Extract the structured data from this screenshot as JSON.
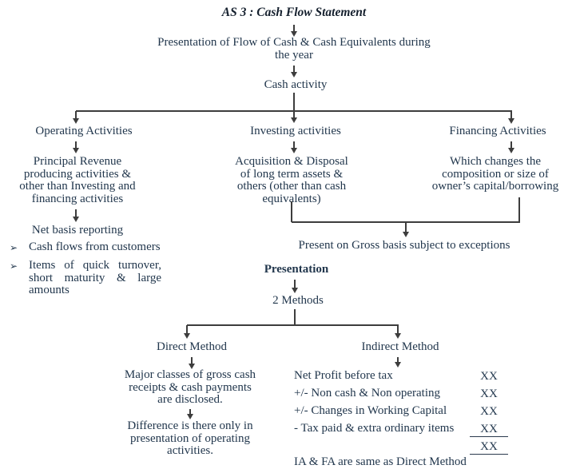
{
  "colors": {
    "text": "#22374d",
    "line": "#3d3d3d",
    "bg": "#ffffff"
  },
  "flowchart": {
    "title": "AS 3 : Cash Flow Statement",
    "intro": "Presentation of Flow of Cash & Cash Equivalents during the year",
    "cash_activity": "Cash activity",
    "operating": {
      "label": "Operating Activities",
      "description": "Principal Revenue producing activities & other than Investing and financing activities",
      "net_basis": "Net basis reporting",
      "bullet_glyph": "➢",
      "bullets": [
        "Cash flows from customers",
        "Items of quick turnover, short maturity & large amounts"
      ]
    },
    "investing": {
      "label": "Investing activities",
      "description": "Acquisition & Disposal of long term assets & others (other than cash equivalents)"
    },
    "financing": {
      "label": "Financing Activities",
      "description": "Which changes the composition or size of owner’s capital/borrowing"
    },
    "gross_basis_note": "Present on Gross basis subject to exceptions",
    "presentation": {
      "heading": "Presentation",
      "methods": "2 Methods",
      "direct": {
        "label": "Direct Method",
        "note1": "Major classes of gross cash receipts & cash payments are disclosed.",
        "note2": "Difference is there only in presentation of operating activities."
      },
      "indirect": {
        "label": "Indirect Method",
        "rows": [
          {
            "label": "Net Profit before tax",
            "value": "XX"
          },
          {
            "label": "+/- Non cash & Non operating",
            "value": "XX"
          },
          {
            "label": "+/- Changes in Working Capital",
            "value": "XX"
          },
          {
            "label": "- Tax paid & extra ordinary items",
            "value": "XX"
          },
          {
            "label": "",
            "value": "XX"
          }
        ],
        "footer": "IA & FA are same as Direct Method"
      }
    }
  }
}
